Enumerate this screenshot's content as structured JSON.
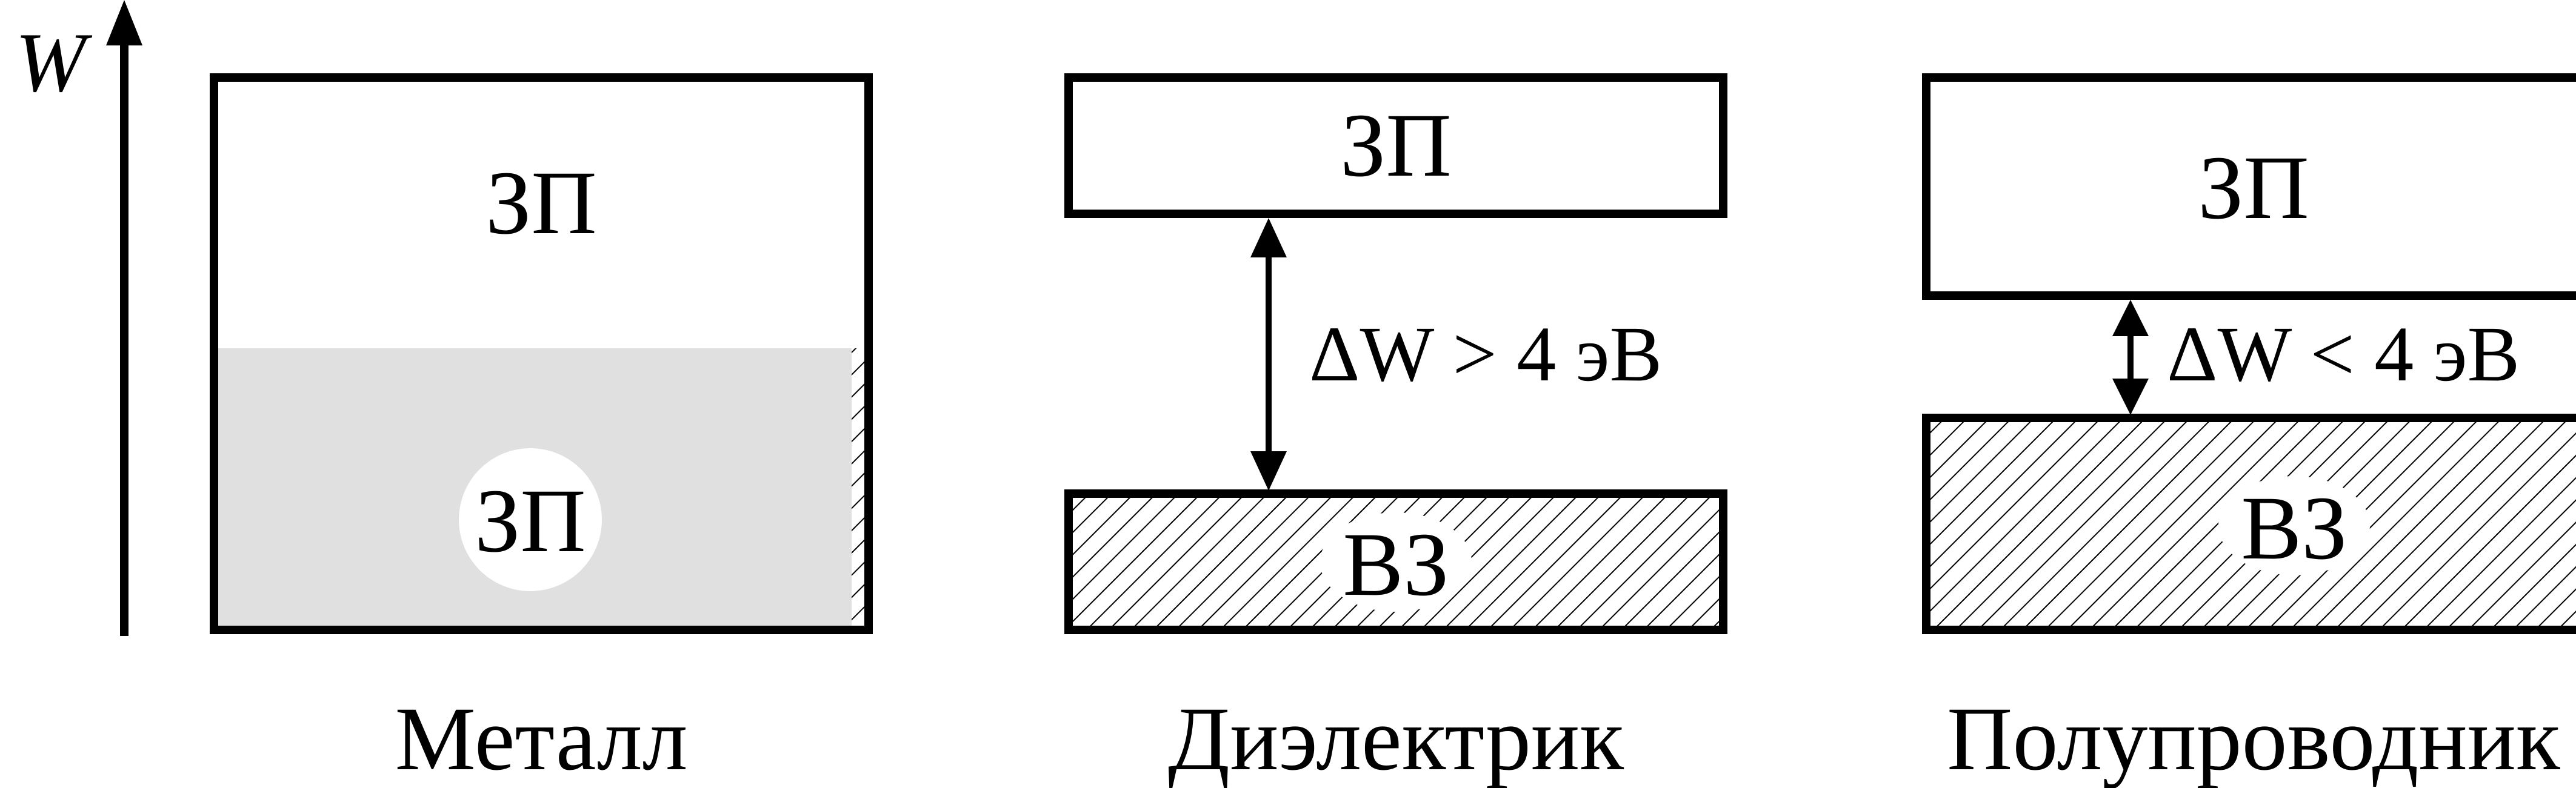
{
  "axis": {
    "label": "W"
  },
  "panels": [
    {
      "id": "metal",
      "caption": "Металл",
      "top_band_label": "ЗП",
      "bottom_band_label": "ЗП"
    },
    {
      "id": "dielectric",
      "caption": "Диэлектрик",
      "top_band_label": "ЗП",
      "bottom_band_label": "ВЗ",
      "gap_label": "ΔW > 4 эВ"
    },
    {
      "id": "semiconductor",
      "caption": "Полупроводник",
      "top_band_label": "ЗП",
      "bottom_band_label": "ВЗ",
      "gap_label": "ΔW < 4 эВ"
    }
  ],
  "colors": {
    "line": "#000000",
    "filled_band": "#e0e0e0",
    "hatch": "#000000",
    "background": "#ffffff"
  }
}
